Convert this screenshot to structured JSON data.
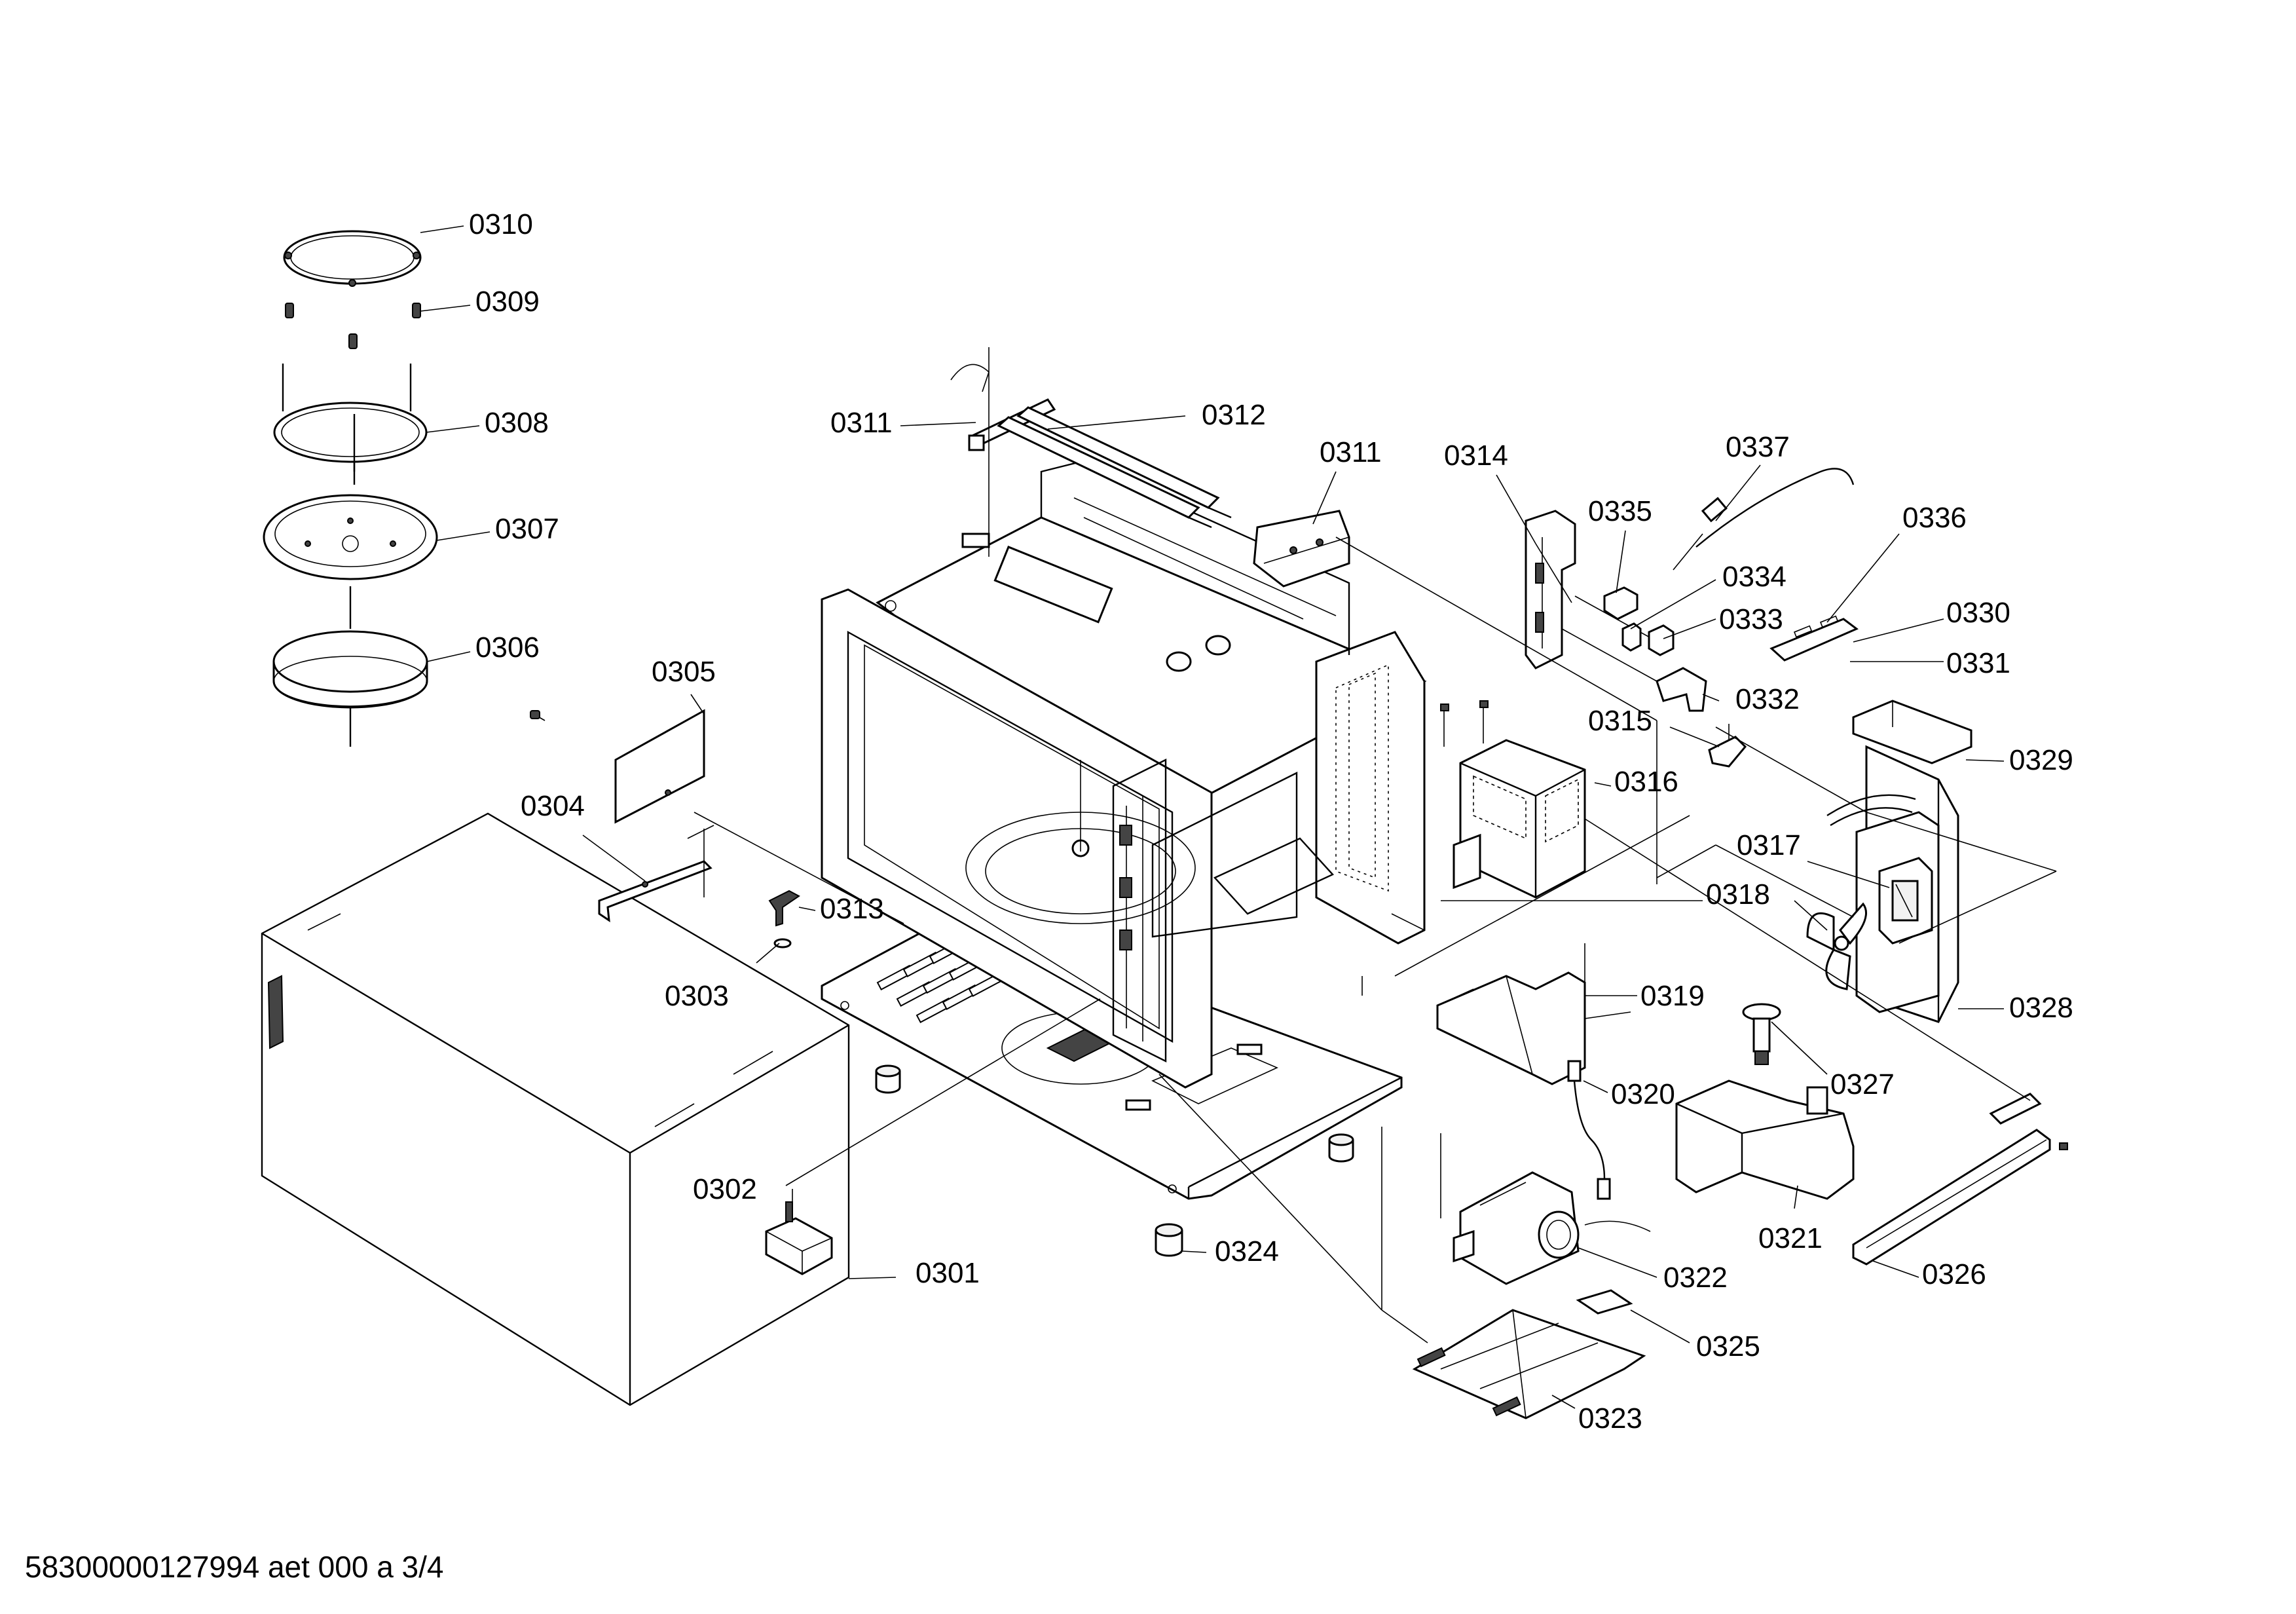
{
  "diagram": {
    "callouts": [
      {
        "id": "0301",
        "text": "0301"
      },
      {
        "id": "0302",
        "text": "0302"
      },
      {
        "id": "0303",
        "text": "0303"
      },
      {
        "id": "0304",
        "text": "0304"
      },
      {
        "id": "0305",
        "text": "0305"
      },
      {
        "id": "0306",
        "text": "0306"
      },
      {
        "id": "0307",
        "text": "0307"
      },
      {
        "id": "0308",
        "text": "0308"
      },
      {
        "id": "0309",
        "text": "0309"
      },
      {
        "id": "0310",
        "text": "0310"
      },
      {
        "id": "0311a",
        "text": "0311"
      },
      {
        "id": "0311b",
        "text": "0311"
      },
      {
        "id": "0312",
        "text": "0312"
      },
      {
        "id": "0313",
        "text": "0313"
      },
      {
        "id": "0314",
        "text": "0314"
      },
      {
        "id": "0315",
        "text": "0315"
      },
      {
        "id": "0316",
        "text": "0316"
      },
      {
        "id": "0317",
        "text": "0317"
      },
      {
        "id": "0318",
        "text": "0318"
      },
      {
        "id": "0319",
        "text": "0319"
      },
      {
        "id": "0320",
        "text": "0320"
      },
      {
        "id": "0321",
        "text": "0321"
      },
      {
        "id": "0322",
        "text": "0322"
      },
      {
        "id": "0323",
        "text": "0323"
      },
      {
        "id": "0324",
        "text": "0324"
      },
      {
        "id": "0325",
        "text": "0325"
      },
      {
        "id": "0326",
        "text": "0326"
      },
      {
        "id": "0327",
        "text": "0327"
      },
      {
        "id": "0328",
        "text": "0328"
      },
      {
        "id": "0329",
        "text": "0329"
      },
      {
        "id": "0330",
        "text": "0330"
      },
      {
        "id": "0331",
        "text": "0331"
      },
      {
        "id": "0332",
        "text": "0332"
      },
      {
        "id": "0333",
        "text": "0333"
      },
      {
        "id": "0334",
        "text": "0334"
      },
      {
        "id": "0335",
        "text": "0335"
      },
      {
        "id": "0336",
        "text": "0336"
      },
      {
        "id": "0337",
        "text": "0337"
      }
    ],
    "footer": "58300000127994 aet 000 a 3/4"
  }
}
